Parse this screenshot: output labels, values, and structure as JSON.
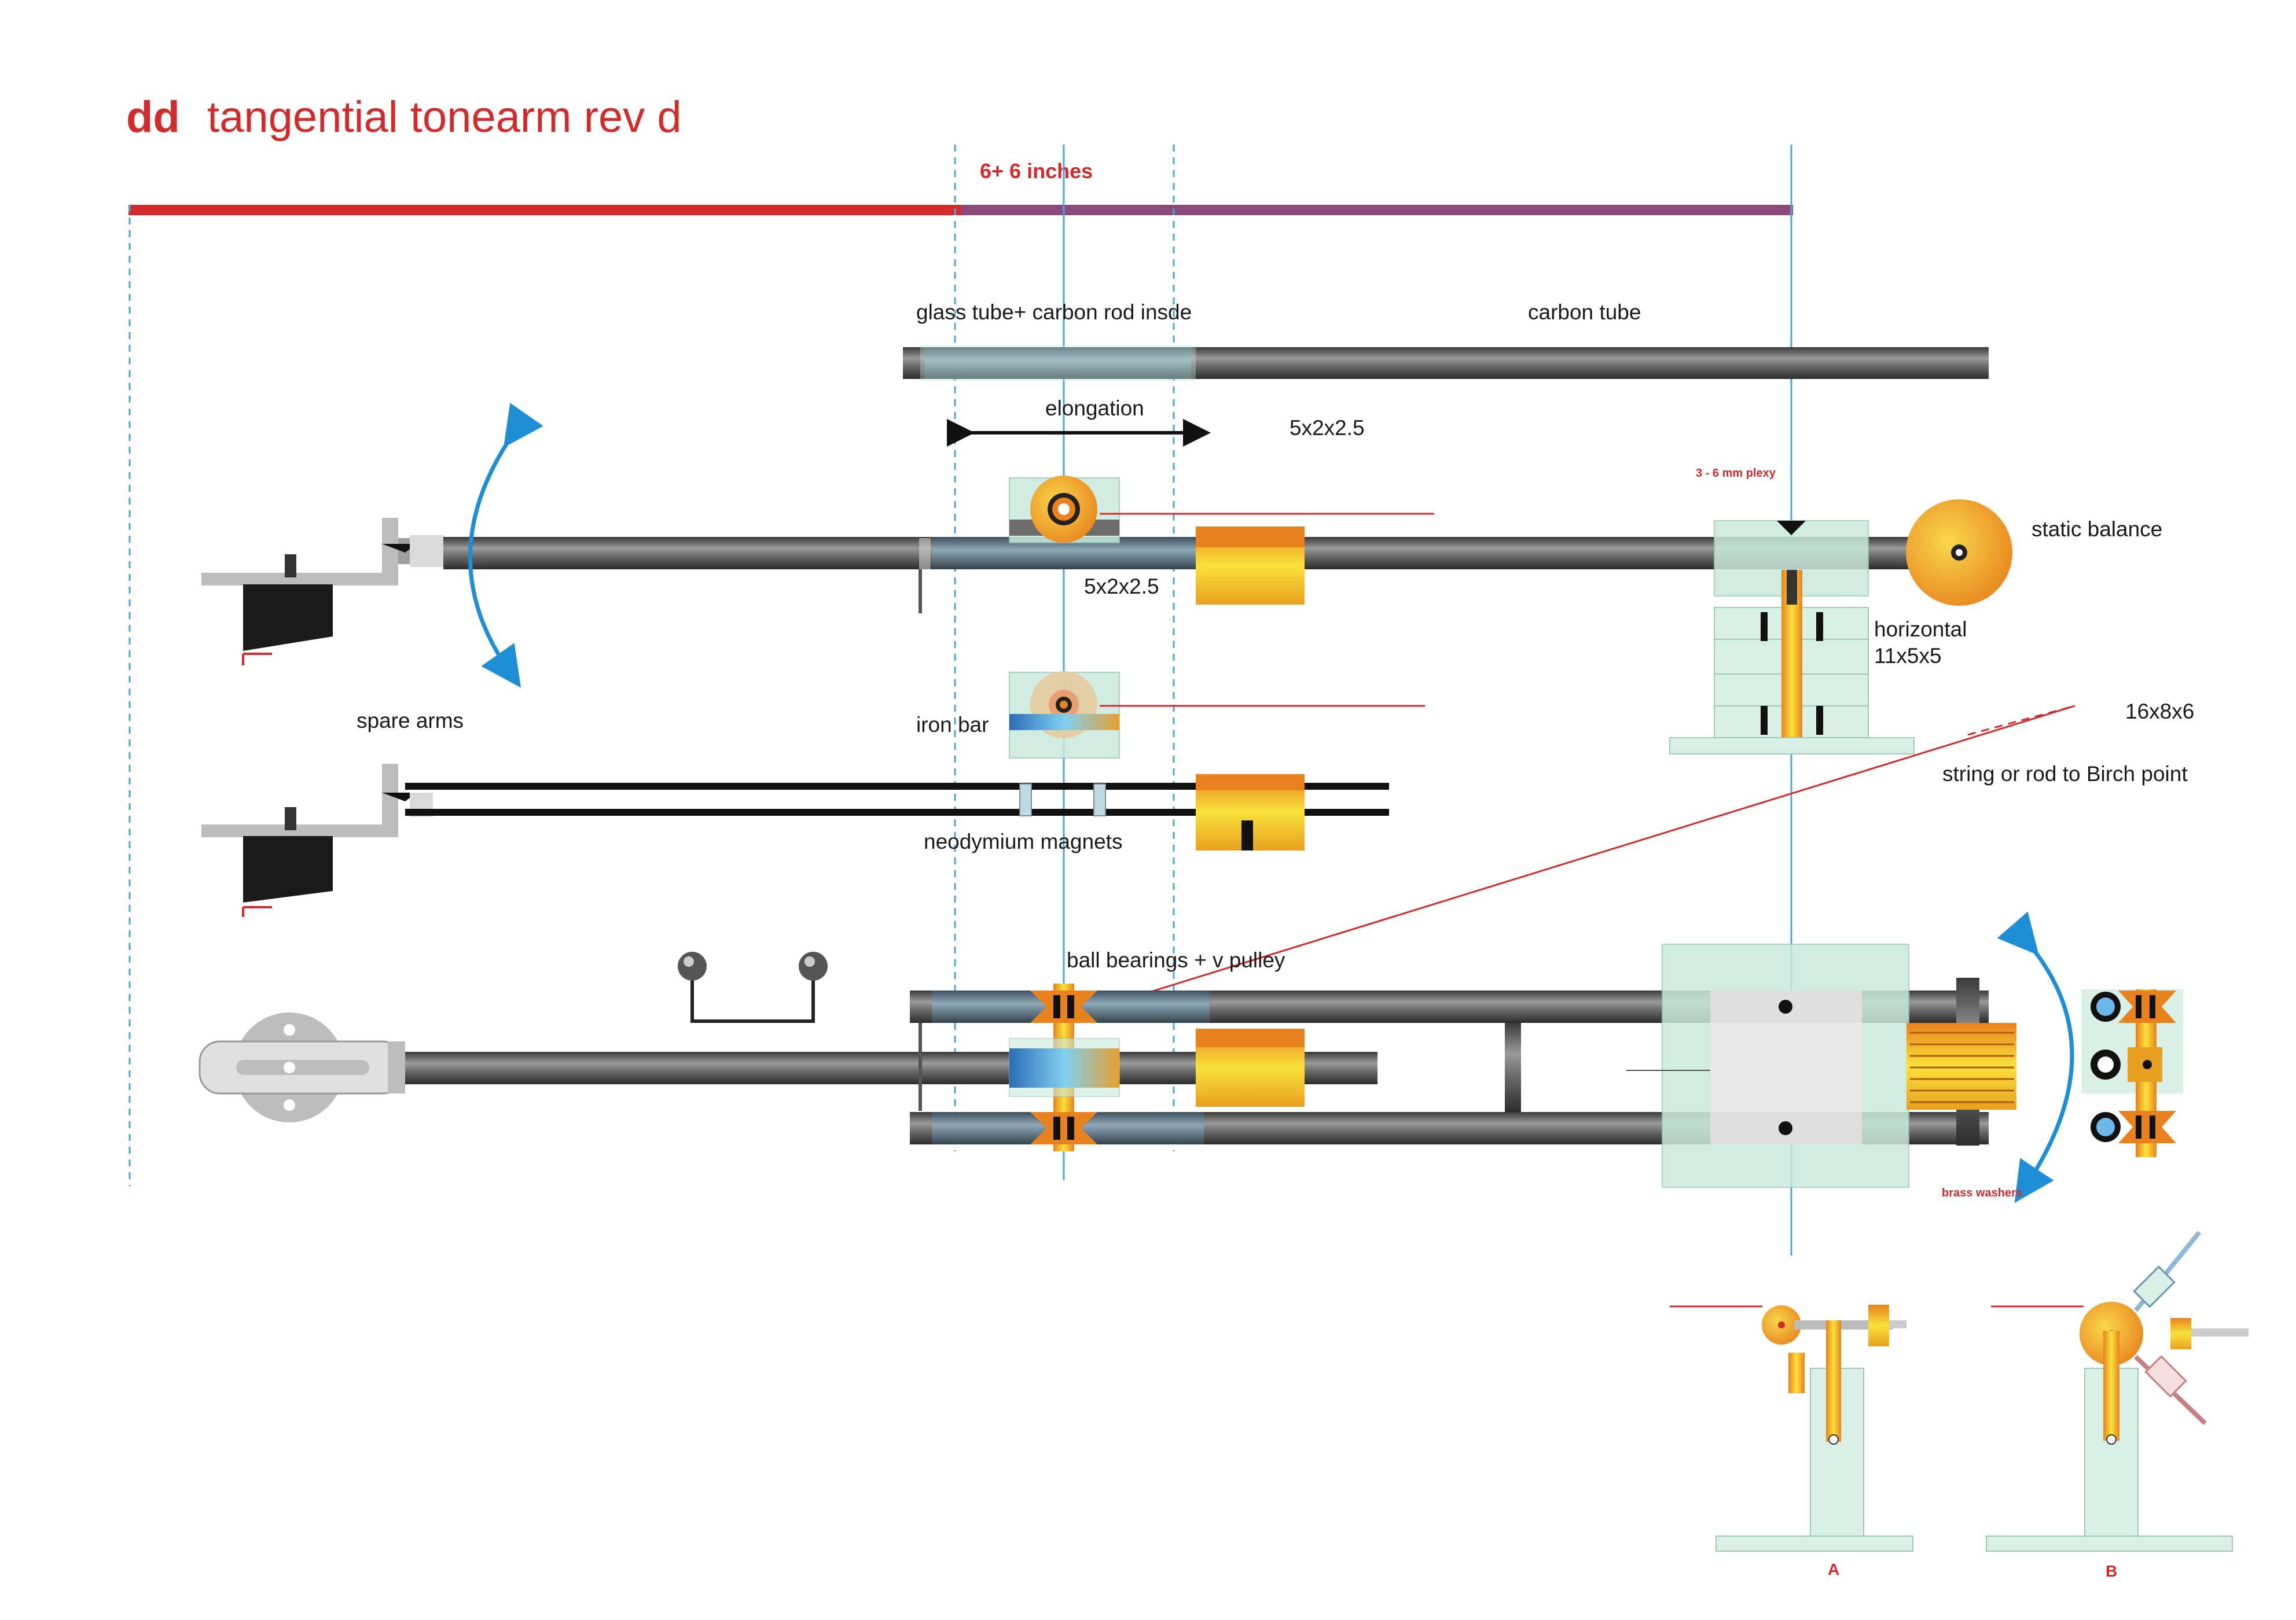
{
  "title": {
    "prefix": "dd",
    "text": "tangential tonearm rev d"
  },
  "dimension": {
    "label": "6+ 6 inches"
  },
  "labels": {
    "glass_tube": "glass tube+ carbon rod insde",
    "carbon_tube": "carbon tube",
    "elongation": "elongation",
    "bearing_top": "5x2x2.5",
    "bearing_mid": "5x2x2.5",
    "plexy": "3 - 6 mm plexy",
    "static_balance": "static balance",
    "horizontal": "horizontal",
    "horizontal_size": "11x5x5",
    "size_16": "16x8x6",
    "spare_arms": "spare arms",
    "iron_bar": "iron bar",
    "string_rod": "string or rod to Birch point",
    "neodymium": "neodymium magnets",
    "ball_bearings": "ball bearings + v pulley",
    "brass_washers": "brass washers",
    "detail_a": "A",
    "detail_b": "B"
  },
  "colors": {
    "red": "#d42a2a",
    "purple": "#8b4a7a",
    "guide_blue": "#4aa6d8",
    "arrow_blue": "#1e8fd6",
    "tube_dark": "#4a4a4a",
    "orange": "#e8821e",
    "yellow": "#f7d21c",
    "glass": "#c9eadc"
  }
}
